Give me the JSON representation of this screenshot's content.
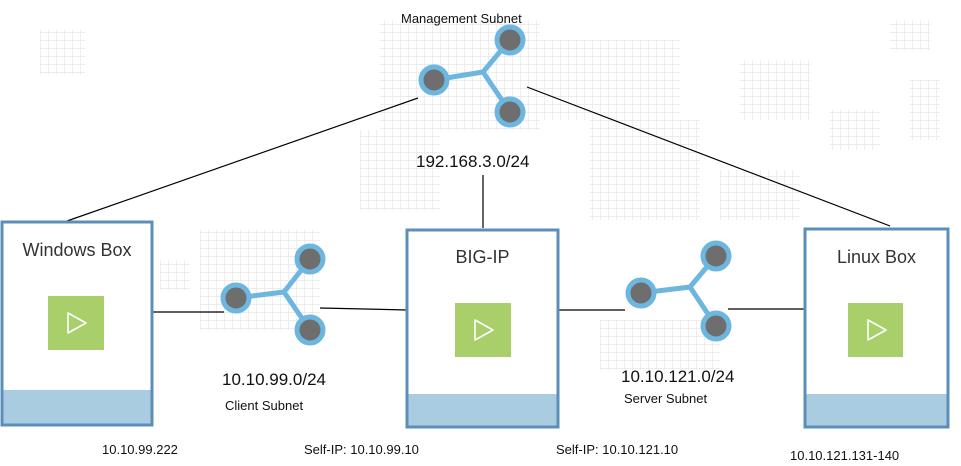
{
  "subnets": {
    "management": {
      "name": "Management Subnet",
      "cidr": "192.168.3.0/24"
    },
    "client": {
      "name": "Client Subnet",
      "cidr": "10.10.99.0/24"
    },
    "server": {
      "name": "Server Subnet",
      "cidr": "10.10.121.0/24"
    }
  },
  "boxes": {
    "windows": {
      "title": "Windows Box",
      "ip": "10.10.99.222"
    },
    "bigip": {
      "title": "BIG-IP",
      "client_ip": "Self-IP: 10.10.99.10",
      "server_ip": "Self-IP: 10.10.121.10"
    },
    "linux": {
      "title": "Linux Box",
      "ip": "10.10.121.131-140"
    }
  },
  "colors": {
    "box_border": "#5b8fb9",
    "box_footer": "#a9cce0",
    "play_tile": "#a8cf6a",
    "node_ring": "#6cb6e0",
    "node_fill": "#6e6e6e",
    "line": "#000000",
    "grid": "#e2e2e2"
  },
  "icons": {
    "subnet": "network-hub-icon",
    "vm": "play-icon"
  }
}
